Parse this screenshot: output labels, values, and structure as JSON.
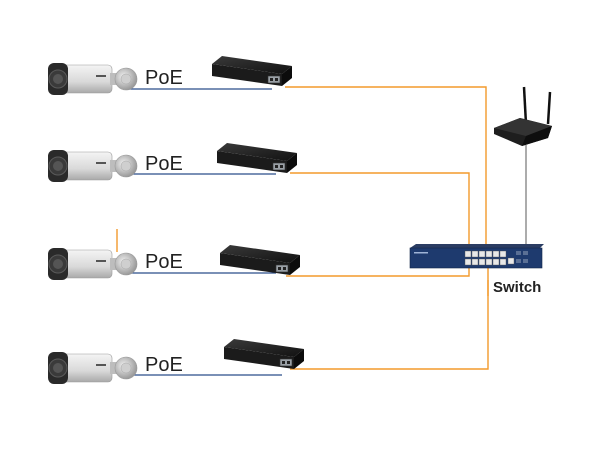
{
  "diagram": {
    "title": "",
    "links": {
      "poe_label": "PoE",
      "copper_color": "#2b4d8a",
      "uplink_color": "#f39a2c",
      "router_link_color": "#888888"
    },
    "cameras": [
      {
        "id": "camera-1",
        "link_label": "PoE"
      },
      {
        "id": "camera-2",
        "link_label": "PoE"
      },
      {
        "id": "camera-3",
        "link_label": "PoE"
      },
      {
        "id": "camera-4",
        "link_label": "PoE"
      }
    ],
    "injectors": [
      {
        "id": "poe-injector-1"
      },
      {
        "id": "poe-injector-2"
      },
      {
        "id": "poe-injector-3"
      },
      {
        "id": "poe-injector-4"
      }
    ],
    "switch": {
      "label": "Switch",
      "color": "#1e3a6e"
    },
    "router": {
      "color": "#1a1a1a"
    }
  }
}
